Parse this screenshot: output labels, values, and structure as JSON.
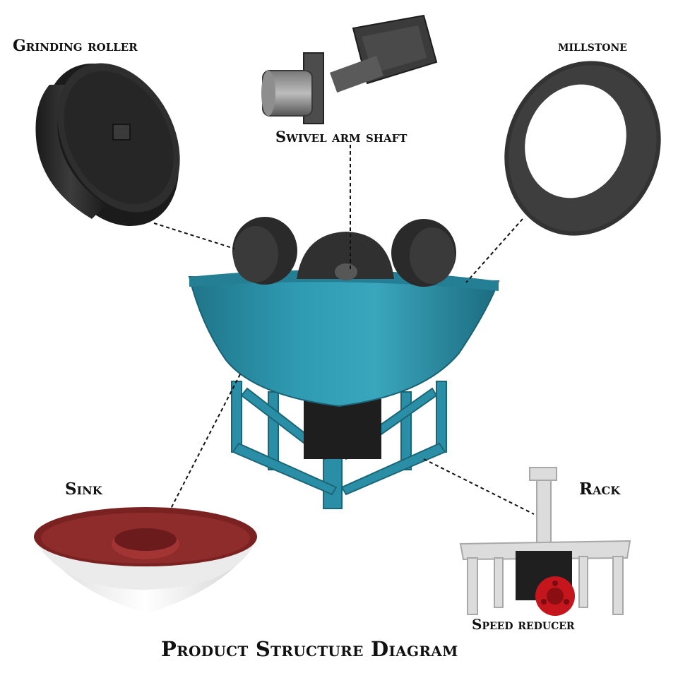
{
  "labels": {
    "grinding_roller": "Grinding roller",
    "millstone": "millstone",
    "swivel_arm_shaft": "Swivel arm shaft",
    "sink": "Sink",
    "rack": "Rack",
    "speed_reducer": "Speed reducer"
  },
  "title": "Product Structure Diagram",
  "colors": {
    "machine_body": "#2a8fa6",
    "sink_interior": "#8a2a2a",
    "sink_exterior": "#f0f0f0",
    "roller": "#2b2b2b",
    "rack_frame": "#dcdcdc",
    "reducer_wheel": "#c4161c"
  }
}
